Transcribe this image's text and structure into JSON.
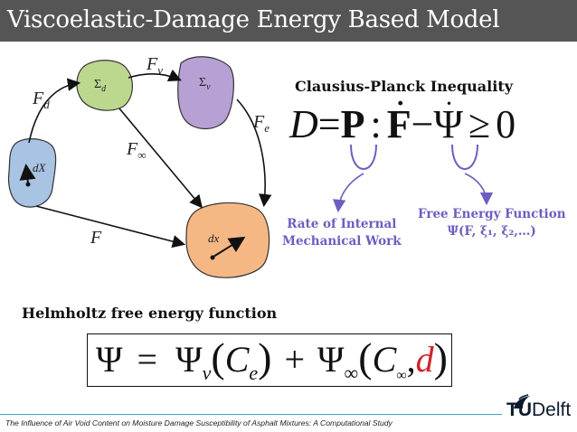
{
  "title": "Viscoelastic-Damage Energy Based Model",
  "diagram": {
    "labels": {
      "Fd": "F",
      "Fd_sub": "d",
      "Fv": "F",
      "Fv_sub": "v",
      "Fe": "F",
      "Fe_sub": "e",
      "Finf": "F",
      "Finf_sub": "∞",
      "F": "F",
      "dX": "dX",
      "dx": "dx",
      "Sigma_d": "Σ",
      "Sigma_d_sub": "d",
      "Sigma_v": "Σ",
      "Sigma_v_sub": "v"
    },
    "colors": {
      "ref": "#a9c3e2",
      "sigma_d": "#bcd88f",
      "sigma_v": "#b7a1d4",
      "current": "#f5b885",
      "arrow_annot": "#6a5fc1"
    }
  },
  "clausius": {
    "heading": "Clausius-Planck Inequality",
    "eq_D": "D",
    "eq_eq": "=",
    "eq_P": "P",
    "eq_colon": ":",
    "eq_F": "F",
    "eq_minus": "−",
    "eq_psi": "Ψ",
    "eq_geq": "≥",
    "eq_zero": "0",
    "annotation_left_line1": "Rate of Internal",
    "annotation_left_line2": "Mechanical Work",
    "annotation_right_line1": "Free Energy Function",
    "annotation_right_line2": "Ψ(F, ξ₁, ξ₂,…)"
  },
  "helmholtz": {
    "heading": "Helmholtz free energy function",
    "psi": "Ψ",
    "eq": "=",
    "psi_v": "Ψ",
    "v_sub": "v",
    "Ce": "C",
    "e_sub": "e",
    "plus": "+",
    "psi_inf": "Ψ",
    "inf_sub": "∞",
    "Cinf": "C",
    "inf_sub2": "∞",
    "comma": ",",
    "d": "d"
  },
  "footer": {
    "text": "The Influence of Air Void Content on Moisture Damage Susceptibility of Asphalt Mixtures: A Computational Study",
    "logo_tu": "TU",
    "logo_delft": "Delft"
  }
}
